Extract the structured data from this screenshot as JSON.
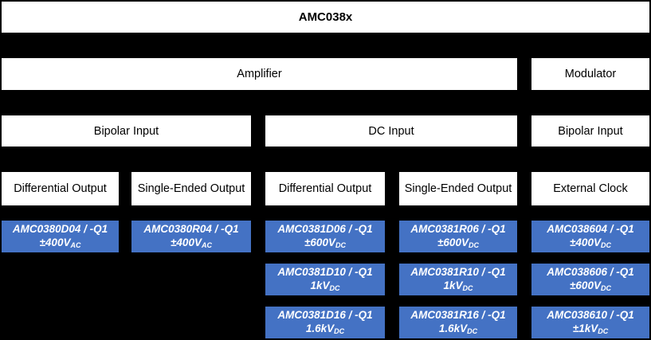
{
  "title": "AMC038x",
  "colors": {
    "background": "#000000",
    "box_white": "#FFFFFF",
    "box_blue": "#4472C4"
  },
  "level2": {
    "amplifier": "Amplifier",
    "modulator": "Modulator"
  },
  "level3": {
    "bipolar_input_left": "Bipolar Input",
    "dc_input": "DC Input",
    "bipolar_input_right": "Bipolar Input"
  },
  "level4": {
    "col1": "Differential Output",
    "col2": "Single-Ended Output",
    "col3": "Differential Output",
    "col4": "Single-Ended Output",
    "col5": "External Clock"
  },
  "parts": [
    {
      "name": "AMC0380D04 / -Q1",
      "rating": "±400V",
      "rating_sub": "AC"
    },
    {
      "name": "AMC0380R04 / -Q1",
      "rating": "±400V",
      "rating_sub": "AC"
    },
    {
      "name": "AMC0381D06 / -Q1",
      "rating": "±600V",
      "rating_sub": "DC"
    },
    {
      "name": "AMC0381R06 / -Q1",
      "rating": "±600V",
      "rating_sub": "DC"
    },
    {
      "name": "AMC038604 / -Q1",
      "rating": "±400V",
      "rating_sub": "DC"
    },
    {
      "name": "AMC0381D10 / -Q1",
      "rating": "1kV",
      "rating_sub": "DC"
    },
    {
      "name": "AMC0381R10 / -Q1",
      "rating": "1kV",
      "rating_sub": "DC"
    },
    {
      "name": "AMC038606 / -Q1",
      "rating": "±600V",
      "rating_sub": "DC"
    },
    {
      "name": "AMC0381D16 / -Q1",
      "rating": "1.6kV",
      "rating_sub": "DC"
    },
    {
      "name": "AMC0381R16 / -Q1",
      "rating": "1.6kV",
      "rating_sub": "DC"
    },
    {
      "name": "AMC038610 / -Q1",
      "rating": "±1kV",
      "rating_sub": "DC"
    }
  ]
}
